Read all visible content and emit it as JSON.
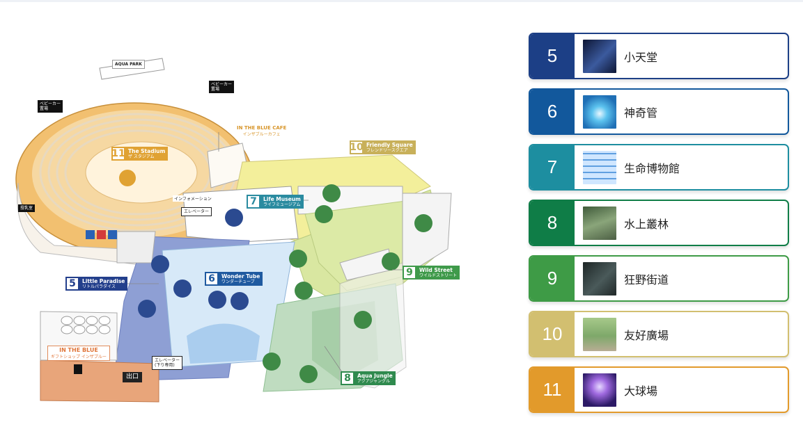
{
  "map": {
    "signs": {
      "aquapark": "AQUA PARK",
      "stroller_left": "ベビーカー\n置場",
      "stroller_right": "ベビーカー\n置場",
      "nursing": "授乳室",
      "info": "インフォメーション",
      "elevator_upper": "エレベーター",
      "elevator_lower": "エレベーター\n(下り専用)",
      "exit": "出口"
    },
    "cafe": {
      "en": "IN THE BLUE CAFE",
      "jp": "インザブルーカフェ"
    },
    "shop": {
      "en": "IN THE BLUE",
      "jp": "ギフトショップ インザブルー"
    },
    "zones": [
      {
        "num": "11",
        "en": "The Stadium",
        "jp": "ザ スタジアム",
        "color": "#e0a233"
      },
      {
        "num": "10",
        "en": "Friendly Square",
        "jp": "フレンドリースクエア",
        "color": "#c8b05a"
      },
      {
        "num": "7",
        "en": "Life Museum",
        "jp": "ライフミュージアム",
        "color": "#2a8ba0"
      },
      {
        "num": "5",
        "en": "Little Paradise",
        "jp": "リトルパラダイス",
        "color": "#233f8c"
      },
      {
        "num": "6",
        "en": "Wonder Tube",
        "jp": "ワンダーチューブ",
        "color": "#1f5aa0"
      },
      {
        "num": "9",
        "en": "Wild Street",
        "jp": "ワイルドストリート",
        "color": "#3f9a4a"
      },
      {
        "num": "8",
        "en": "Aqua Jungle",
        "jp": "アクアジャングル",
        "color": "#2f8a4e"
      }
    ]
  },
  "legend": [
    {
      "num": "5",
      "name": "小天堂",
      "color": "#1c3f86",
      "thumb": "#1a2a55"
    },
    {
      "num": "6",
      "name": "神奇管",
      "color": "#12589c",
      "thumb": "#3aa3d6"
    },
    {
      "num": "7",
      "name": "生命博物館",
      "color": "#1d8ea0",
      "thumb": "#7fb7e8"
    },
    {
      "num": "8",
      "name": "水上叢林",
      "color": "#0f7d47",
      "thumb": "#5a7a4e"
    },
    {
      "num": "9",
      "name": "狂野街道",
      "color": "#3e9b46",
      "thumb": "#2b3434"
    },
    {
      "num": "10",
      "name": "友好廣場",
      "color": "#d2bf70",
      "thumb": "#7ea86a"
    },
    {
      "num": "11",
      "name": "大球場",
      "color": "#e29a2b",
      "thumb": "#6b3aa8"
    }
  ]
}
